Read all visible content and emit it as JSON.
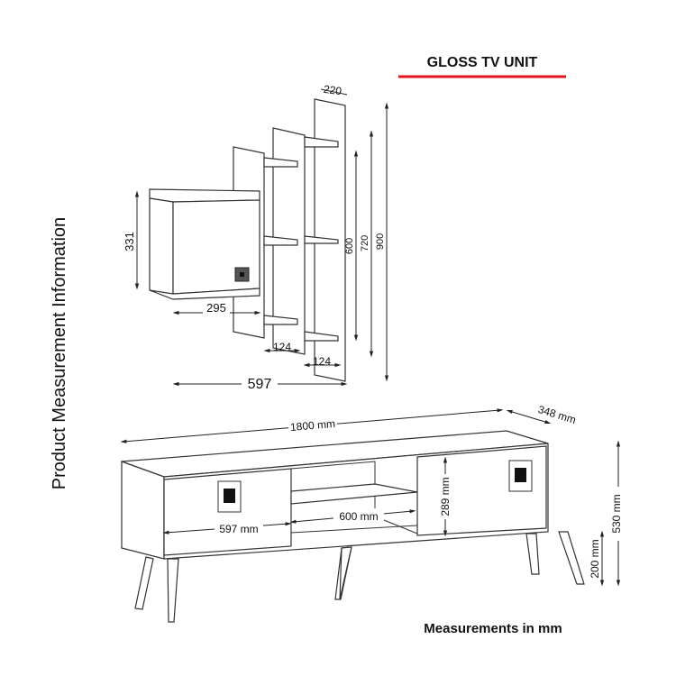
{
  "title": "GLOSS TV UNIT",
  "accent_color": "#e0161b",
  "side_label": "Product Measurement Information",
  "footer": "Measurements in mm",
  "wall_unit": {
    "depth": "220",
    "height_cabinet": "331",
    "width_cabinet": "295",
    "total_width": "597",
    "height_1": "600",
    "height_2": "720",
    "height_3": "900",
    "shelf_1": "124",
    "shelf_2": "124"
  },
  "tv_unit": {
    "length": "1800 mm",
    "depth": "348 mm",
    "total_height": "530 mm",
    "leg_height": "200 mm",
    "door_width": "597 mm",
    "open_width": "600 mm",
    "inner_height": "289 mm"
  }
}
